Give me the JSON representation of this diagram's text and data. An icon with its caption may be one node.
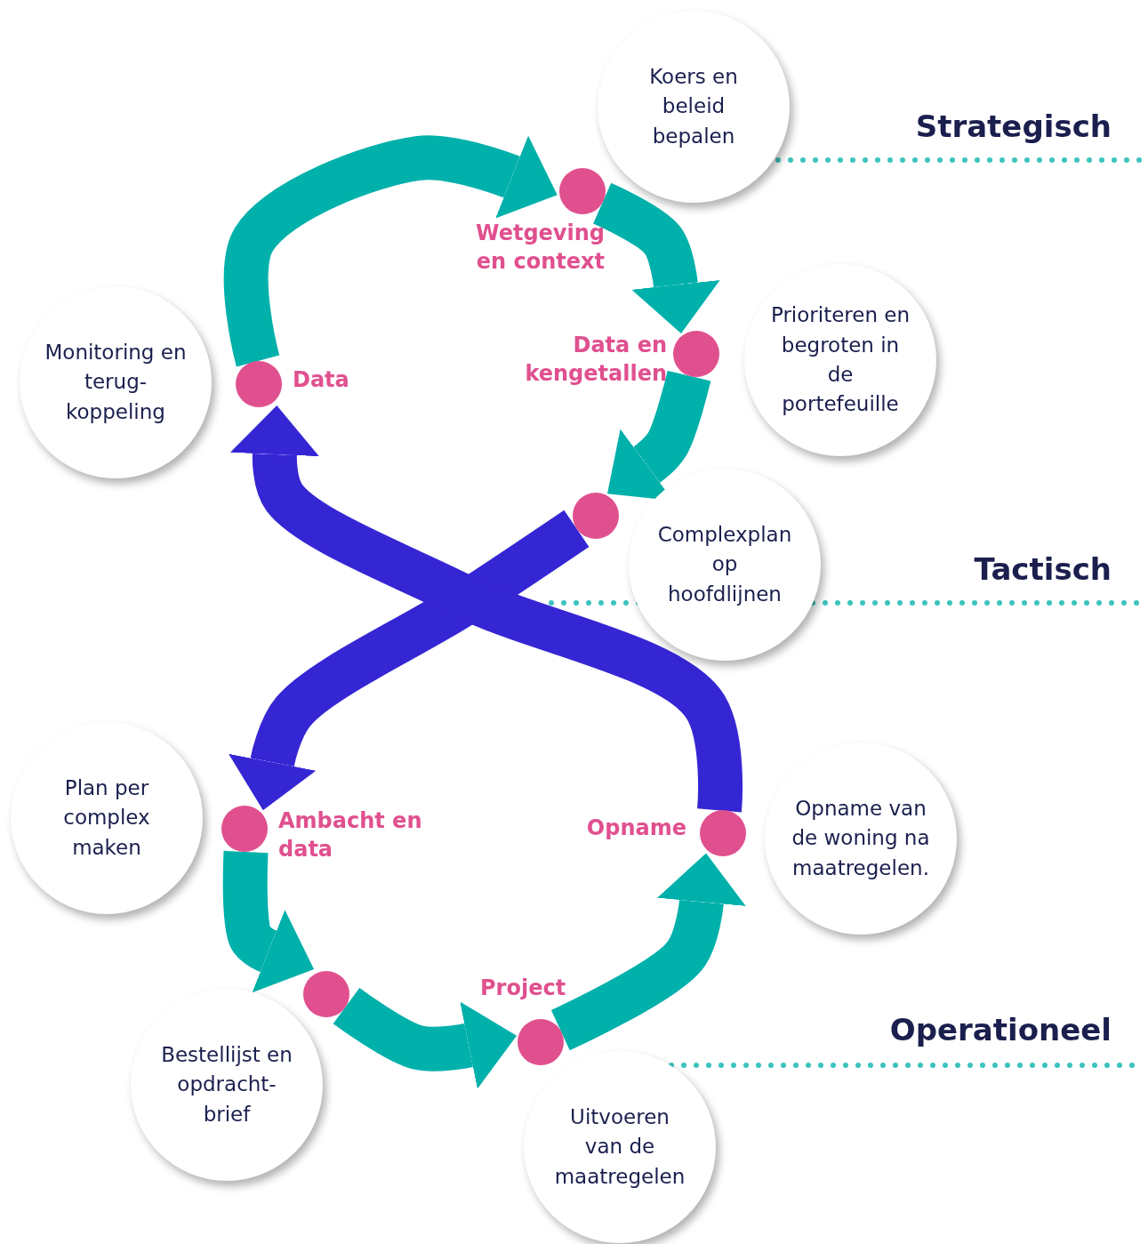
{
  "diagram": {
    "nodes": [
      {
        "text": [
          "Koers en beleid bepalen"
        ]
      },
      {
        "text": [],
        "shape": "circle",
        "beside": [
          "Wetgeving en context"
        ]
      },
      {
        "text": [
          "Prioriteren en begroten in de portefeuille"
        ]
      },
      {
        "text": [],
        "shape": "circle",
        "beside": [
          "Data en kengetallen"
        ]
      },
      {
        "text": [
          "Monitoring en terug-koppeling"
        ]
      },
      {
        "text": [],
        "shape": "circle",
        "beside": [
          "Data"
        ]
      },
      {
        "text": [
          "Complexplan op hoofdlijnen"
        ]
      },
      {
        "text": [],
        "shape": "circle"
      },
      {
        "text": [
          "Plan per complex maken"
        ]
      },
      {
        "text": [],
        "shape": "circle",
        "beside": [
          "Ambacht en data"
        ]
      },
      {
        "text": [
          "Opname van de woning na maatregelen."
        ]
      },
      {
        "text": [],
        "shape": "circle",
        "beside": [
          "Opname"
        ]
      },
      {
        "text": [
          "Bestellijst en opdracht-brief"
        ]
      },
      {
        "text": [],
        "shape": "circle"
      },
      {
        "text": [],
        "shape": "circle",
        "beside": [
          "Project"
        ]
      },
      {
        "text": [
          "Uitvoeren van de maatregelen"
        ]
      }
    ],
    "edges": [
      {
        "from": 1,
        "to": 3,
        "arrow": "to"
      },
      {
        "from": 3,
        "to": 7,
        "arrow": "to"
      },
      {
        "from": 7,
        "to": 9,
        "arrow": "to",
        "color": "#3526d4"
      },
      {
        "from": 9,
        "to": 13,
        "arrow": "to"
      },
      {
        "from": 13,
        "to": 14,
        "arrow": "to"
      },
      {
        "from": 14,
        "to": 11,
        "arrow": "to"
      },
      {
        "from": 11,
        "to": 5,
        "arrow": "to",
        "color": "#3526d4"
      },
      {
        "from": 5,
        "to": 1,
        "arrow": "to"
      }
    ],
    "labels": [
      "Strategisch",
      "Tactisch",
      "Operationeel"
    ]
  }
}
